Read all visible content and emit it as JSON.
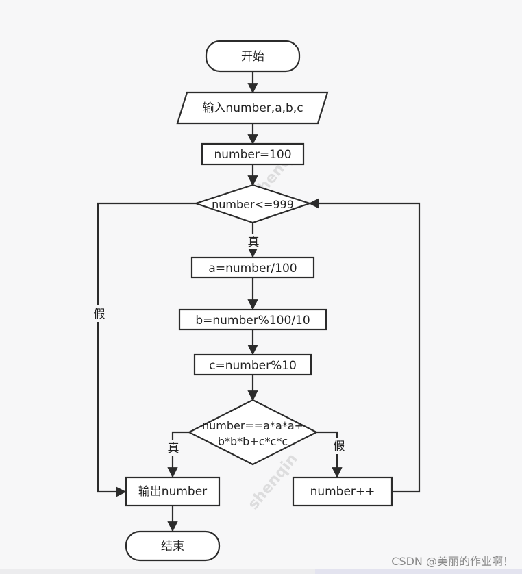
{
  "diagram": {
    "nodes": {
      "start": "开始",
      "input": "输入number,a,b,c",
      "init": "number=100",
      "loop_cond": "number<=999",
      "calc_a": "a=number/100",
      "calc_b": "b=number%100/10",
      "calc_c": "c=number%10",
      "check_line1": "number==a*a*a+",
      "check_line2": "b*b*b+c*c*c",
      "output": "输出number",
      "increment": "number++",
      "end": "结束"
    },
    "edge_labels": {
      "loop_true": "真",
      "loop_false": "假",
      "check_true": "真",
      "check_false": "假"
    }
  },
  "watermark": {
    "text": "shenqin"
  },
  "credit": {
    "text": "CSDN @美丽的作业啊！"
  }
}
